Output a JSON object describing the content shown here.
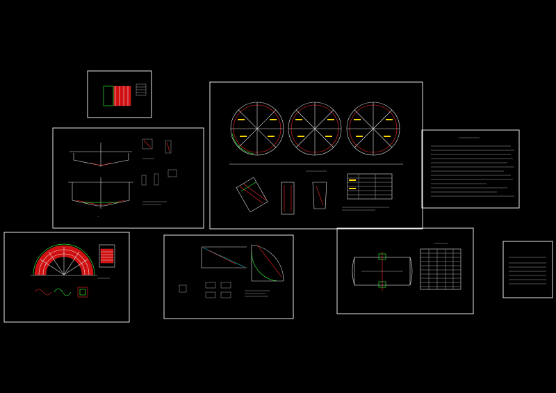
{
  "sheets": [
    {
      "id": "sheet-small-top"
    },
    {
      "id": "sheet-tank-sections"
    },
    {
      "id": "sheet-plan-three-circles"
    },
    {
      "id": "sheet-design-notes"
    },
    {
      "id": "sheet-red-semicircle"
    },
    {
      "id": "sheet-slope-details"
    },
    {
      "id": "sheet-pipe-table"
    },
    {
      "id": "sheet-small-legend"
    }
  ],
  "colors": {
    "background": "#000000",
    "line_white": "#e8e8e8",
    "line_red": "#ff2a2a",
    "line_green": "#2ee62e",
    "label_yellow": "#ffd800",
    "line_cyan": "#24d0e0"
  },
  "icons": [
    "cad-drawing-sheet"
  ]
}
